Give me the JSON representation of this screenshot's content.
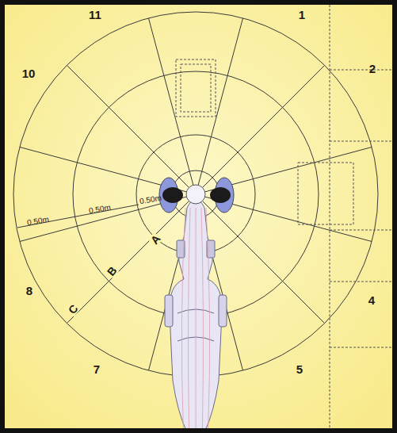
{
  "diagram": {
    "labels": [
      "11",
      "1",
      "10",
      "2",
      "0.50m",
      "0.50m",
      "0.50m",
      "A",
      "B",
      "C",
      "8",
      "4",
      "7",
      "5"
    ]
  }
}
